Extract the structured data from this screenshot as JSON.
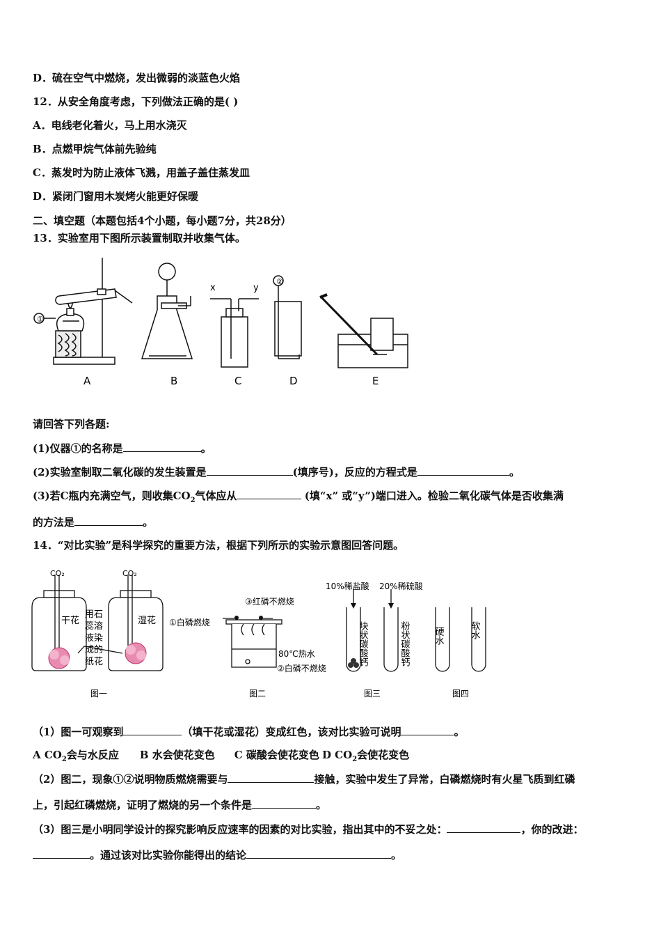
{
  "q11": {
    "option_d": "D．硫在空气中燃烧，发出微弱的淡蓝色火焰"
  },
  "q12": {
    "stem": "12．从安全角度考虑，下列做法正确的是(   )",
    "options": [
      "A．电线老化着火，马上用水浇灭",
      "B．点燃甲烷气体前先验纯",
      "C．蒸发时为防止液体飞溅，用盖子盖住蒸发皿",
      "D．紧闭门窗用木炭烤火能更好保暖"
    ]
  },
  "section2": {
    "heading": "二、填空题（本题包括4个小题，每小题7分，共28分）"
  },
  "q13": {
    "stem": "13．实验室用下图所示装置制取并收集气体。",
    "figure_labels": {
      "a": "A",
      "b": "B",
      "c": "C",
      "d": "D",
      "e": "E",
      "circle1": "①",
      "circle2": "②",
      "x": "x",
      "y": "y"
    },
    "prompt": "请回答下列各题:",
    "p1_a": "(1)仪器①的名称是",
    "p1_b": "。",
    "p2_a": "(2)实验室制取二氧化碳的发生装置是",
    "p2_b": "(填序号)，反应的方程式是",
    "p2_c": "。",
    "p3_a": "(3)若C瓶内充满空气，则收集CO",
    "p3_sub": "2",
    "p3_b": "气体应从",
    "p3_c": " (填“x” 或“y”)端口进入。检验二氧化碳气体是否收集满",
    "p3_d": "的方法是",
    "p3_e": "。"
  },
  "q14": {
    "stem": "14．“对比实验”是科学探究的重要方法，根据下列所示的实验示意图回答问题。",
    "fig1": {
      "co2_left": "CO₂",
      "co2_right": "CO₂",
      "dry": "干花",
      "wet": "湿花",
      "note": [
        "用石",
        "蕊溶",
        "液染",
        "成的",
        "纸花"
      ],
      "caption": "图一"
    },
    "fig2": {
      "l1": "①白磷燃烧",
      "l3": "③红磷不燃烧",
      "l2": "②白磷不燃烧",
      "water": "80℃热水",
      "caption": "图二"
    },
    "fig3": {
      "acid1": "10%稀盐酸",
      "acid2": "20%稀硫酸",
      "t1": "块状碳酸钙",
      "t2": "粉状碳酸钙",
      "caption": "图三"
    },
    "fig4": {
      "t1": "硬水",
      "t2": "软水",
      "caption": "图四"
    },
    "p1_a": "（1）图一可观察到",
    "p1_b": "（填干花或湿花）变成红色，该对比实验可说明",
    "p1_c": "。",
    "choices": {
      "a1": "A CO",
      "a_sub": "2",
      "a2": "会与水反应",
      "b": "B 水会使花变色",
      "c": "C 碳酸会使花变色",
      "d1": "D CO",
      "d_sub": "2",
      "d2": "会使花变色"
    },
    "p2_a": "（2）图二，现象①②说明物质燃烧需要与",
    "p2_b": "接触，实验中发生了异常，白磷燃烧时有火星飞质到红磷",
    "p2_c": "上，引起红磷燃烧，证明了燃烧的另一个条件是",
    "p2_d": "。",
    "p3_a": "（3）图三是小明同学设计的探究影响反应速率的因素的对比实验，指出其中的不妥之处：",
    "p3_b": "，你的改进：",
    "p3_c": "。通过该对比实验你能得出的结论",
    "p3_d": "。"
  }
}
